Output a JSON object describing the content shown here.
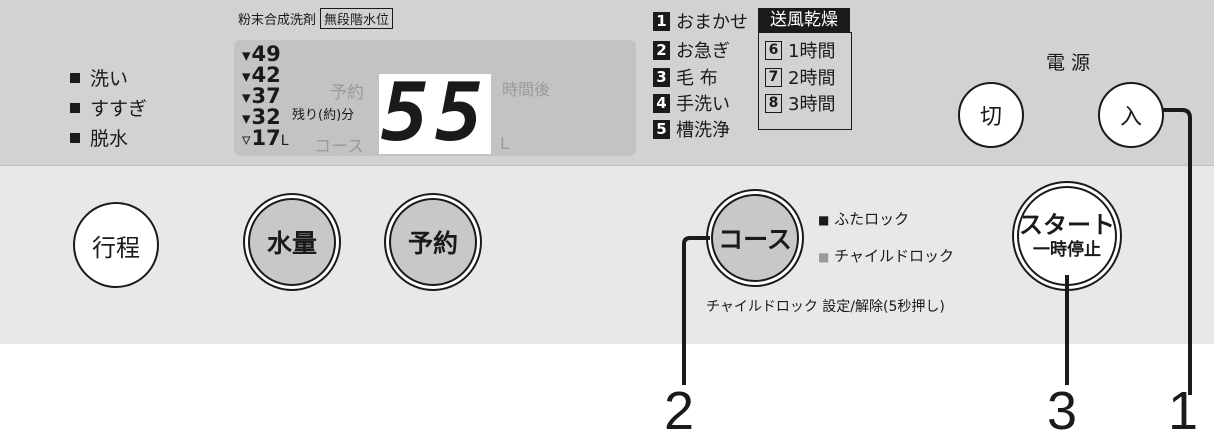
{
  "progress": {
    "items": [
      "洗い",
      "すすぎ",
      "脱水"
    ]
  },
  "display": {
    "detergent_label": "粉末合成洗剤",
    "water_level_box_label": "無段階水位",
    "water_levels": [
      {
        "value": "49",
        "unit": ""
      },
      {
        "value": "42",
        "unit": ""
      },
      {
        "value": "37",
        "unit": ""
      },
      {
        "value": "32",
        "unit": ""
      },
      {
        "value": "17",
        "unit": "L"
      }
    ],
    "reservation_label": "予約",
    "remaining_label": "残り(約)分",
    "course_label": "コース",
    "hours_after_label": "時間後",
    "liter_label": "L",
    "digits": "55"
  },
  "courses": {
    "items": [
      {
        "num": "1",
        "label": "おまかせ"
      },
      {
        "num": "2",
        "label": "お急ぎ"
      },
      {
        "num": "3",
        "label": "毛 布"
      },
      {
        "num": "4",
        "label": "手洗い"
      },
      {
        "num": "5",
        "label": "槽洗浄"
      }
    ],
    "dry_header": "送風乾燥",
    "dry_items": [
      {
        "num": "6",
        "label": "1時間"
      },
      {
        "num": "7",
        "label": "2時間"
      },
      {
        "num": "8",
        "label": "3時間"
      }
    ]
  },
  "power": {
    "label": "電 源",
    "off_label": "切",
    "on_label": "入"
  },
  "buttons": {
    "process": "行程",
    "water_amount": "水量",
    "reserve": "予約",
    "course": "コース",
    "start_line1": "スタート",
    "start_line2": "一時停止"
  },
  "lock": {
    "lid_lock": "ふたロック",
    "child_lock": "チャイルドロック",
    "child_lock_note": "チャイルドロック 設定/解除(5秒押し)"
  },
  "callouts": [
    "1",
    "2",
    "3"
  ],
  "colors": {
    "panel_top": "#d2d2d2",
    "panel_bottom": "#e8e8e8",
    "display_bg": "#c3c3c3",
    "indicator_grey": "#9a9a9a"
  }
}
